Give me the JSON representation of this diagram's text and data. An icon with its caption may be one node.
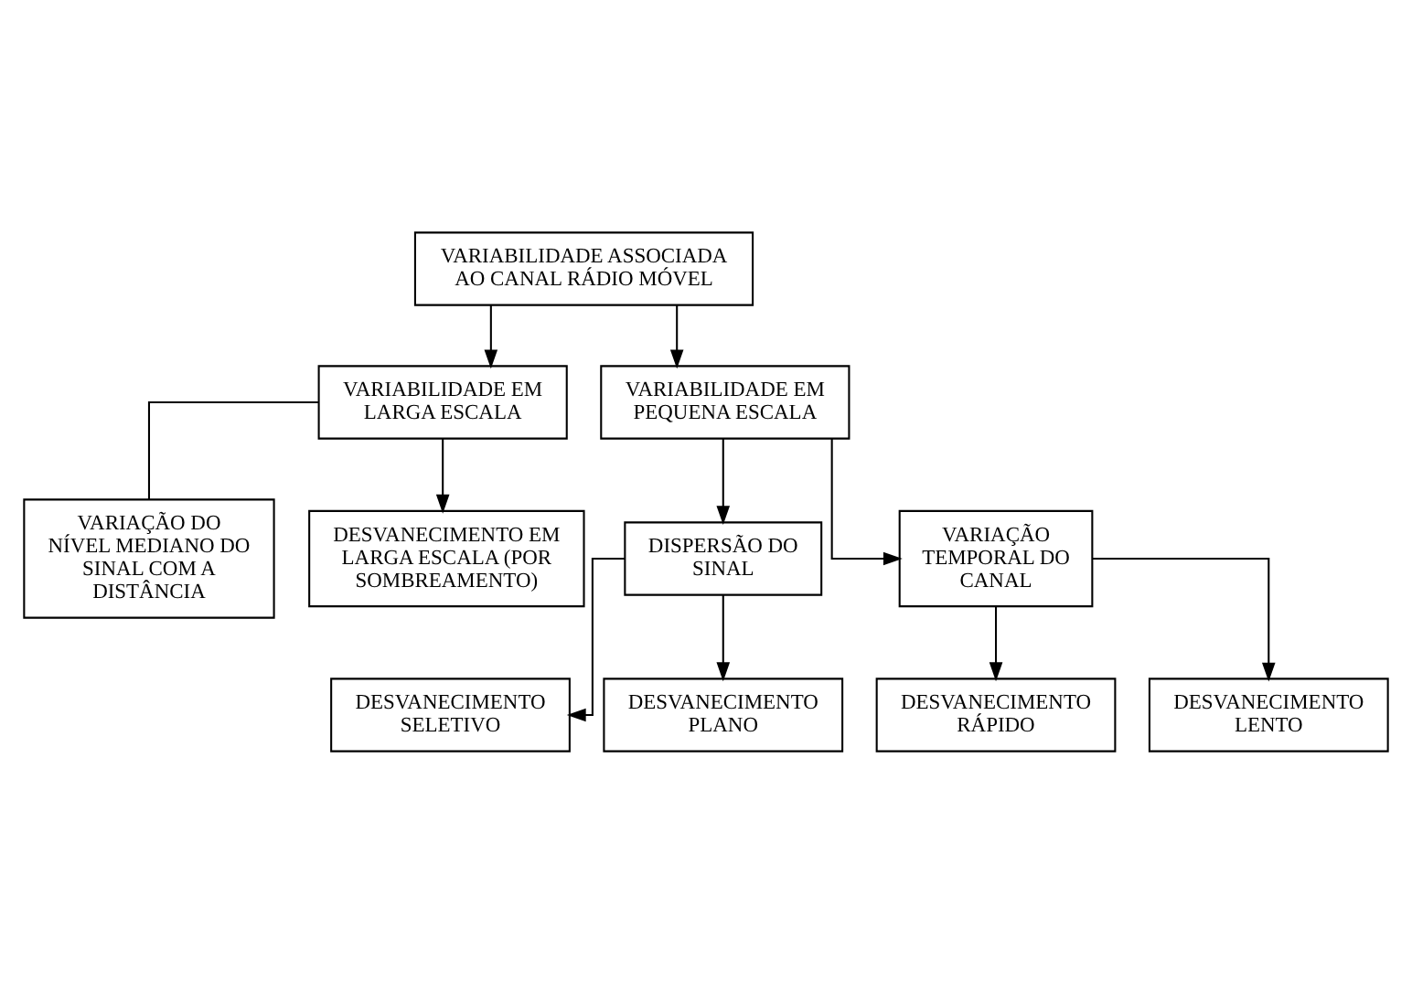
{
  "diagram": {
    "nodes": [
      {
        "text": [
          "VARIABILIDADE ASSOCIADA AO CANAL RÁDIO MÓVEL"
        ]
      },
      {
        "text": [
          "VARIABILIDADE EM LARGA ESCALA"
        ]
      },
      {
        "text": [
          "VARIABILIDADE EM PEQUENA ESCALA"
        ]
      },
      {
        "text": [
          "VARIAÇÃO DO NÍVEL MEDIANO DO SINAL COM A DISTÂNCIA"
        ]
      },
      {
        "text": [
          "DESVANECIMENTO EM LARGA ESCALA (POR SOMBREAMENTO)"
        ]
      },
      {
        "text": [
          "DISPERSÃO DO SINAL"
        ]
      },
      {
        "text": [
          "VARIAÇÃO TEMPORAL DO CANAL"
        ]
      },
      {
        "text": [
          "DESVANECIMENTO SELETIVO"
        ]
      },
      {
        "text": [
          "DESVANECIMENTO PLANO"
        ]
      },
      {
        "text": [
          "DESVANECIMENTO RÁPIDO"
        ]
      },
      {
        "text": [
          "DESVANECIMENTO LENTO"
        ]
      }
    ],
    "edges": [
      {
        "from": 0,
        "to": 1,
        "arrow": "to"
      },
      {
        "from": 0,
        "to": 2,
        "arrow": "to"
      },
      {
        "from": 1,
        "to": 3,
        "arrow": "none"
      },
      {
        "from": 1,
        "to": 4,
        "arrow": "to"
      },
      {
        "from": 2,
        "to": 5,
        "arrow": "to"
      },
      {
        "from": 2,
        "to": 6,
        "arrow": "to"
      },
      {
        "from": 5,
        "to": 7,
        "arrow": "to"
      },
      {
        "from": 5,
        "to": 8,
        "arrow": "to"
      },
      {
        "from": 6,
        "to": 9,
        "arrow": "to"
      },
      {
        "from": 6,
        "to": 10,
        "arrow": "to"
      }
    ]
  }
}
